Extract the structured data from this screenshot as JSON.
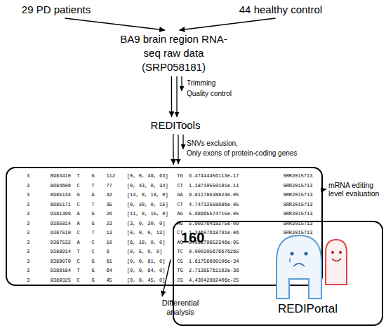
{
  "diagram": {
    "nodes": [
      {
        "text": [
          "29 PD patients"
        ]
      },
      {
        "text": [
          "44 healthy control"
        ]
      },
      {
        "text": [
          "BA9 brain region RNA-seq raw data (SRP058181)"
        ]
      },
      {
        "text": [
          "REDITools"
        ]
      },
      {
        "text": [
          "3       8983410  T    G    112    [0, 0, 49, 63]   TG  6.47444456113e-17               SRR2015713",
          "3       8984606  C    T    77     [0, 43, 0, 34]   CT  1.18710550191e-11               SRR2015713",
          "3       8985134  G    A    32     [14, 0, 18, 0]   GA  9.81178538824e-05               SRR2015713",
          "3       8985171  C    T    35     [0, 20, 0, 15]   CT  4.74732558986e-05               SRR2015713",
          "3       9381399  A    G    26     [11, 0, 15, 0]   AG  5.98965574715e-05               SRR2015713",
          "3       9385814  A    G    23     [3, 0, 20, 0]    AG  5.90276418275e-09               SRR2015713",
          "3       9387510  C    T    13     [0, 0, 0, 13]    CT  1.34607618791e-06               SRR2015713",
          "3       9387532  A    C    10     [6, 10, 0, 0]    AC  5.95379852346e-05",
          "3       9388914  T    C    9      [0, 5, 0, 0]     TC  0.000205676676265",
          "3       9389079  C    G    61     [0, 0, 61, 0]    CG  1.61756600106e-34",
          "3       9389184  T    G    64     [0, 0, 64, 0]    TG  2.71385761192e-36",
          "3       9389325  C    G    45     [0, 0, 45, 0]    CG  4.43042882406e-25"
        ]
      },
      {
        "text": [
          "160",
          "REDIPortal"
        ]
      },
      {
        "text": [
          "mRNA editing level evaluation"
        ]
      },
      {
        "text": [
          "Differential analysis"
        ]
      }
    ],
    "edges": [
      {
        "from": 0,
        "to": 2,
        "arrow": "to"
      },
      {
        "from": 1,
        "to": 2,
        "arrow": "to"
      },
      {
        "from": 2,
        "to": 3,
        "arrow": "to"
      },
      {
        "from": 3,
        "to": 4,
        "arrow": "to"
      },
      {
        "from": 4,
        "to": 6,
        "arrow": "to"
      },
      {
        "from": 5,
        "to": 7,
        "arrow": "to"
      }
    ],
    "labels": [
      "Trimming",
      "Quality control",
      "SNVs exclusion,",
      "Only exons of protein-coding genes"
    ]
  }
}
